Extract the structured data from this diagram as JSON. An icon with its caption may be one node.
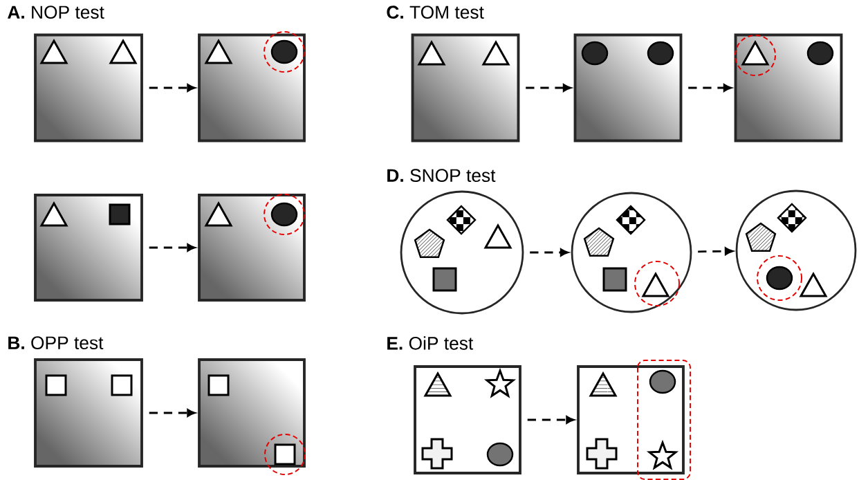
{
  "diagram": {
    "nodes": [
      {
        "text": [],
        "shape": "box"
      },
      {
        "text": [],
        "shape": "box"
      },
      {
        "text": [],
        "shape": "box"
      },
      {
        "text": [],
        "shape": "box"
      },
      {
        "text": [],
        "shape": "box"
      },
      {
        "text": [],
        "shape": "box"
      },
      {
        "text": [],
        "shape": "box"
      },
      {
        "text": [],
        "shape": "box"
      },
      {
        "text": [],
        "shape": "box"
      },
      {
        "text": [],
        "shape": "circle"
      },
      {
        "text": [],
        "shape": "circle"
      },
      {
        "text": [],
        "shape": "circle"
      },
      {
        "text": [],
        "shape": "box"
      },
      {
        "text": [],
        "shape": "box"
      }
    ],
    "edges": [
      {
        "from": 0,
        "to": 1,
        "arrow": "to",
        "style": "dashed"
      },
      {
        "from": 2,
        "to": 3,
        "arrow": "to",
        "style": "dashed"
      },
      {
        "from": 4,
        "to": 5,
        "arrow": "to",
        "style": "dashed"
      },
      {
        "from": 6,
        "to": 7,
        "arrow": "to",
        "style": "dashed"
      },
      {
        "from": 7,
        "to": 8,
        "arrow": "to",
        "style": "dashed"
      },
      {
        "from": 9,
        "to": 10,
        "arrow": "to",
        "style": "dashed"
      },
      {
        "from": 10,
        "to": 11,
        "arrow": "to",
        "style": "dashed"
      },
      {
        "from": 12,
        "to": 13,
        "arrow": "to",
        "style": "dashed"
      }
    ],
    "labels": [
      "**A.** NOP test",
      "**C.** TOM test",
      "**D.** SNOP test",
      "**B.** OPP test",
      "**E.** OiP test"
    ]
  }
}
